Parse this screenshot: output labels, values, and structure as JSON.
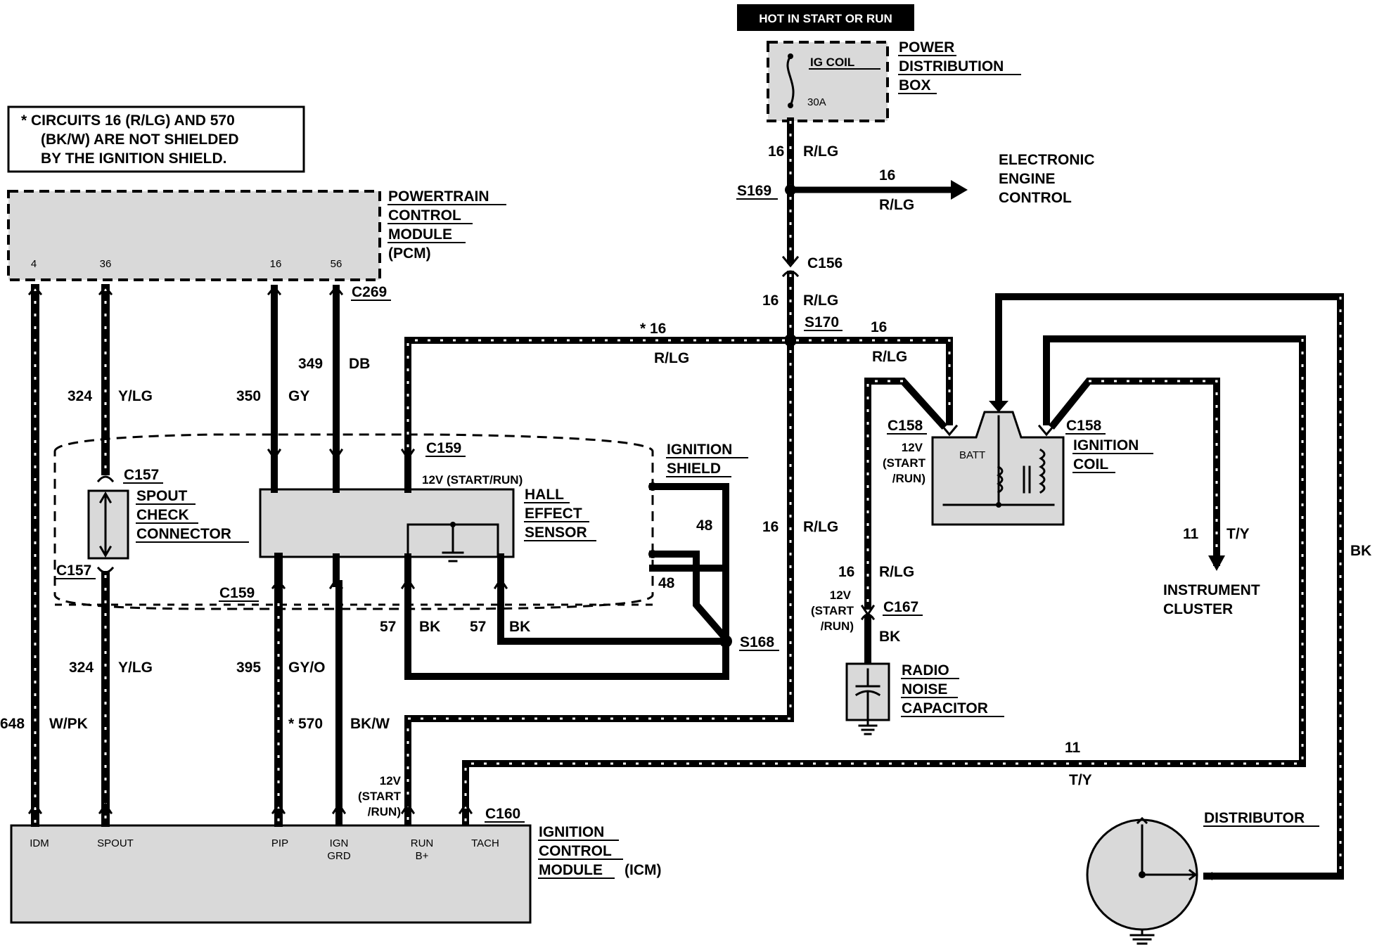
{
  "header": {
    "hot_label": "HOT IN START OR RUN"
  },
  "note": {
    "lines": [
      "*  CIRCUITS 16 (R/LG)  AND 570",
      "(BK/W)  ARE NOT SHIELDED",
      "BY THE IGNITION SHIELD."
    ]
  },
  "power_box": {
    "title_lines": [
      "POWER",
      "DISTRIBUTION",
      "BOX"
    ],
    "fuse_name": "IG COIL",
    "fuse_rating": "30A"
  },
  "pcm": {
    "title_lines": [
      "POWERTRAIN",
      "CONTROL",
      "MODULE"
    ],
    "abbr": "(PCM)",
    "pins": [
      "4",
      "36",
      "16",
      "56"
    ]
  },
  "icm": {
    "title_lines": [
      "IGNITION",
      "CONTROL",
      "MODULE"
    ],
    "abbr": "(ICM)",
    "pins": [
      "IDM",
      "SPOUT",
      "PIP",
      "IGN",
      "GRD",
      "RUN",
      "B+",
      "TACH"
    ]
  },
  "engine_control": {
    "lines": [
      "ELECTRONIC",
      "ENGINE",
      "CONTROL"
    ]
  },
  "instrument_cluster": {
    "lines": [
      "INSTRUMENT",
      "CLUSTER"
    ]
  },
  "distributor": {
    "label": "DISTRIBUTOR"
  },
  "spout": {
    "lines": [
      "SPOUT",
      "CHECK",
      "CONNECTOR"
    ]
  },
  "hall": {
    "lines": [
      "HALL",
      "EFFECT",
      "SENSOR"
    ]
  },
  "shield": {
    "lines": [
      "IGNITION",
      "SHIELD"
    ]
  },
  "coil": {
    "lines": [
      "IGNITION",
      "COIL"
    ],
    "batt": "BATT"
  },
  "capacitor": {
    "lines": [
      "RADIO",
      "NOISE",
      "CAPACITOR"
    ]
  },
  "connectors": {
    "c269": "C269",
    "c156": "C156",
    "c157": "C157",
    "c159": "C159",
    "c158": "C158",
    "c167": "C167",
    "c160": "C160",
    "s169": "S169",
    "s170": "S170",
    "s168": "S168"
  },
  "voltage": {
    "v12": "12V",
    "start": "(START",
    "run": "/RUN)",
    "start_run": "12V (START/RUN)"
  },
  "wires": {
    "c16": "16",
    "rlg": "R/LG",
    "c16_star": "* 16",
    "c324": "324",
    "ylg": "Y/LG",
    "c350": "350",
    "gy": "GY",
    "c349": "349",
    "db": "DB",
    "c395": "395",
    "gyo": "GY/O",
    "c570": "* 570",
    "bkw": "BK/W",
    "c648": "648",
    "wpk": "W/PK",
    "c57": "57",
    "bk": "BK",
    "c48": "48",
    "c11": "11",
    "ty": "T/Y"
  }
}
